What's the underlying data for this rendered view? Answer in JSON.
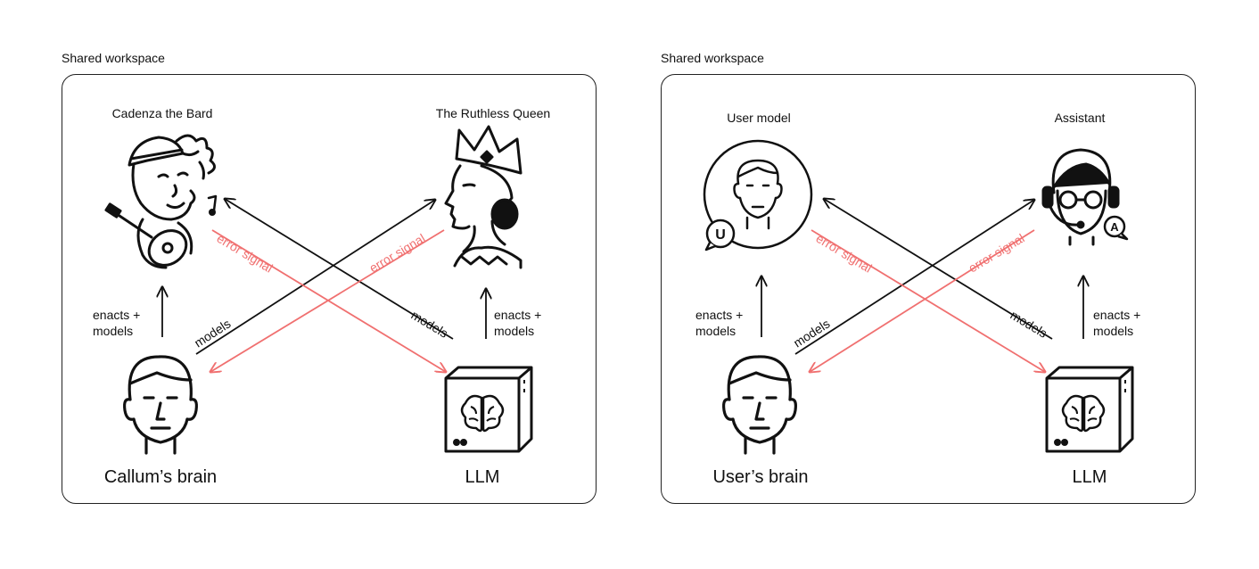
{
  "panels": [
    {
      "title": "Shared workspace",
      "top_left_label": "Cadenza the Bard",
      "top_right_label": "The Ruthless Queen",
      "bottom_left_label": "Callum’s brain",
      "bottom_right_label": "LLM",
      "left_enacts": [
        "enacts +",
        "models"
      ],
      "right_enacts": [
        "enacts +",
        "models"
      ],
      "models_label": "models",
      "error_label": "error signal"
    },
    {
      "title": "Shared workspace",
      "top_left_label": "User model",
      "top_right_label": "Assistant",
      "bottom_left_label": "User’s brain",
      "bottom_right_label": "LLM",
      "left_enacts": [
        "enacts +",
        "models"
      ],
      "right_enacts": [
        "enacts +",
        "models"
      ],
      "models_label": "models",
      "error_label": "error signal",
      "user_badge": "U",
      "assistant_badge": "A"
    }
  ],
  "colors": {
    "error": "#f07070",
    "line": "#111111"
  }
}
